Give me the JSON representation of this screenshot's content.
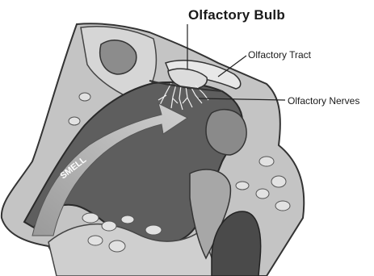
{
  "labels": {
    "title": "Olfactory Bulb",
    "tract": "Olfactory Tract",
    "nerves": "Olfactory Nerves",
    "arrow": "SMELL"
  },
  "colors": {
    "cavity": "#5f5f5f",
    "tissue": "#bdbdbd",
    "bone": "#d9d9d9",
    "sinus": "#8a8a8a",
    "arrow": "#a8a8a8",
    "outline": "#333333"
  }
}
